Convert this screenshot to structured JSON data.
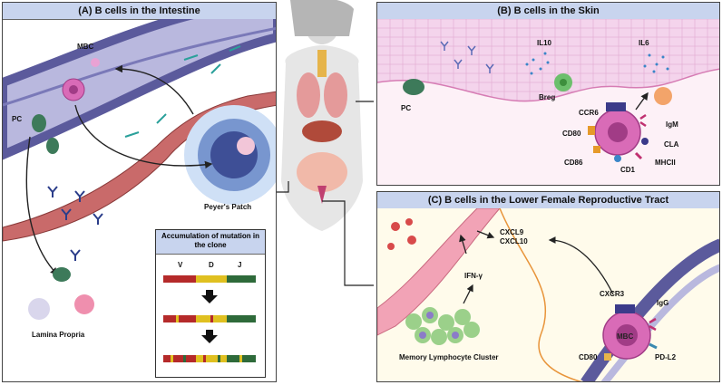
{
  "panels": {
    "intestine": {
      "title": "(A) B cells in the Intestine",
      "labels": {
        "mbc": "MBC",
        "pc": "PC",
        "peyers_patch": "Peyer's Patch",
        "lamina_propria": "Lamina Propria"
      },
      "mutation_box": {
        "title": "Accumulation of mutation in the clone",
        "segments": [
          "V",
          "D",
          "J"
        ]
      }
    },
    "skin": {
      "title": "(B) B cells in the Skin",
      "labels": {
        "pc": "PC",
        "il10": "IL10",
        "breg": "Breg",
        "il6": "IL6",
        "ccr6": "CCR6",
        "igm": "IgM",
        "cd80": "CD80",
        "cla": "CLA",
        "cd86": "CD86",
        "cd1": "CD1",
        "mhcii": "MHCII"
      }
    },
    "reproductive": {
      "title": "(C) B cells in the Lower Female Reproductive Tract",
      "labels": {
        "cxcl9": "CXCL9",
        "cxcl10": "CXCL10",
        "ifn_gamma": "IFN-γ",
        "cxcr3": "CXCR3",
        "igg": "IgG",
        "mbc": "MBC",
        "cd80": "CD80",
        "pdl2": "PD-L2",
        "memory_cluster": "Memory Lymphocyte Cluster"
      }
    }
  },
  "colors": {
    "header": "#c8d4ee",
    "intestine_wall": "#5b5a9c",
    "skin_tissue": "#f4d4ec",
    "cell_pink": "#d96bb7",
    "cell_green": "#3d7a5a",
    "arrow": "#222222"
  }
}
